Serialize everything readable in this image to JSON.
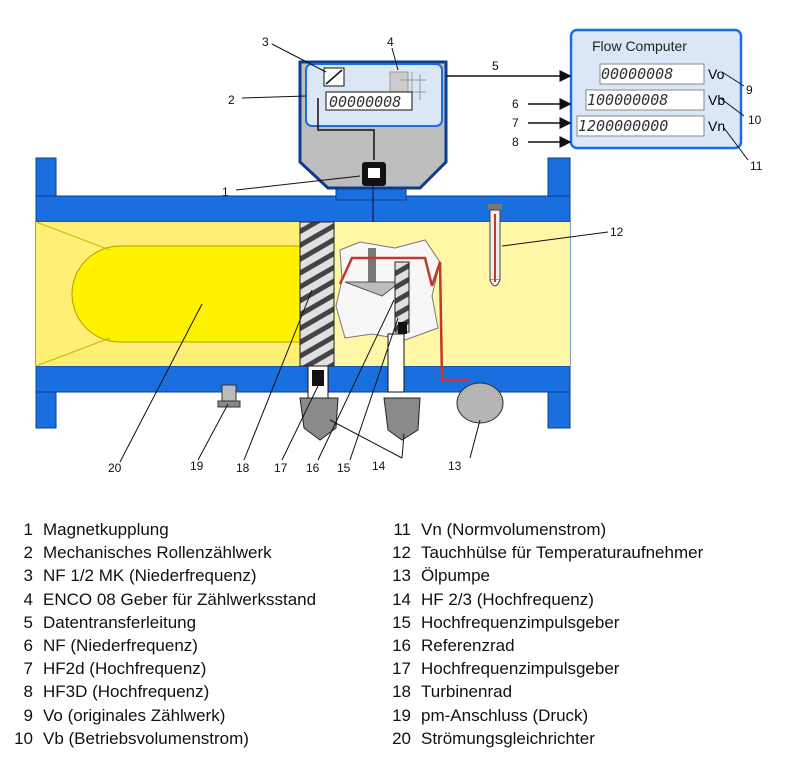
{
  "flow_computer": {
    "title": "Flow Computer",
    "rows": [
      {
        "value": "00000008",
        "unit": "Vo"
      },
      {
        "value": "100000008",
        "unit": "Vb"
      },
      {
        "value": "1200000000",
        "unit": "Vn"
      }
    ]
  },
  "counter_display": "00000008",
  "callouts": [
    "1",
    "2",
    "3",
    "4",
    "5",
    "6",
    "7",
    "8",
    "9",
    "10",
    "11",
    "12",
    "13",
    "14",
    "15",
    "16",
    "17",
    "18",
    "19",
    "20"
  ],
  "legend": {
    "left": [
      {
        "num": "1",
        "text": "Magnetkupplung"
      },
      {
        "num": "2",
        "text": "Mechanisches Rollenzählwerk"
      },
      {
        "num": "3",
        "text": "NF 1/2 MK (Niederfrequenz)"
      },
      {
        "num": "4",
        "text": "ENCO 08 Geber für Zählwerksstand"
      },
      {
        "num": "5",
        "text": "Datentransferleitung"
      },
      {
        "num": "6",
        "text": "NF (Niederfrequenz)"
      },
      {
        "num": "7",
        "text": "HF2d (Hochfrequenz)"
      },
      {
        "num": "8",
        "text": "HF3D (Hochfrequenz)"
      },
      {
        "num": "9",
        "text": "Vo (originales Zählwerk)"
      },
      {
        "num": "10",
        "text": "Vb (Betriebsvolumenstrom)"
      }
    ],
    "right": [
      {
        "num": "11",
        "text": "Vn (Normvolumenstrom)"
      },
      {
        "num": "12",
        "text": "Tauchhülse für Temperaturaufnehmer"
      },
      {
        "num": "13",
        "text": "Ölpumpe"
      },
      {
        "num": "14",
        "text": "HF 2/3 (Hochfrequenz)"
      },
      {
        "num": "15",
        "text": "Hochfrequenzimpulsgeber"
      },
      {
        "num": "16",
        "text": "Referenzrad"
      },
      {
        "num": "17",
        "text": "Hochfrequenzimpulsgeber"
      },
      {
        "num": "18",
        "text": "Turbinenrad"
      },
      {
        "num": "19",
        "text": "pm-Anschluss (Druck)"
      },
      {
        "num": "20",
        "text": "Strömungsgleichrichter"
      }
    ]
  },
  "colors": {
    "pipe_blue": "#1a6fe0",
    "pipe_fill": "#fff7a6",
    "cone_yellow": "#fff200",
    "head_grey": "#bdbdbd",
    "screen_blue": "#dbe7f7",
    "oil_line_red": "#c0392b"
  }
}
